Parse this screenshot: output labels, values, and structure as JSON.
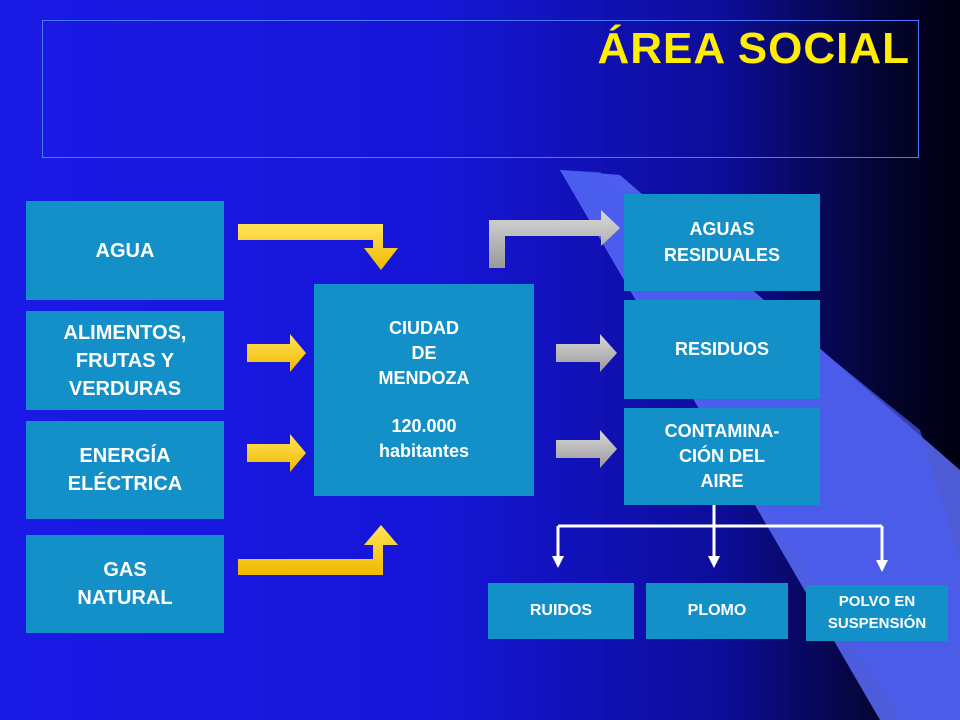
{
  "title": "ÁREA SOCIAL",
  "inputs": {
    "agua": "AGUA",
    "alimentos": "ALIMENTOS,\nFRUTAS Y\nVERDURAS",
    "energia": "ENERGÍA\nELÉCTRICA",
    "gas": "GAS\nNATURAL"
  },
  "center": {
    "name": "CIUDAD\nDE\nMENDOZA",
    "population": "120.000\nhabitantes"
  },
  "outputs": {
    "aguas_residuales": "AGUAS\nRESIDUALES",
    "residuos": "RESIDUOS",
    "contaminacion": "CONTAMINA-\nCIÓN DEL\nAIRE"
  },
  "pollutants": {
    "ruidos": "RUIDOS",
    "plomo": "PLOMO",
    "polvo": "POLVO EN\nSUSPENSIÓN"
  },
  "colors": {
    "box": "#1490c8",
    "title": "#ffee00",
    "input_arrow": "#ffd200",
    "output_arrow": "#b4b4b4"
  }
}
